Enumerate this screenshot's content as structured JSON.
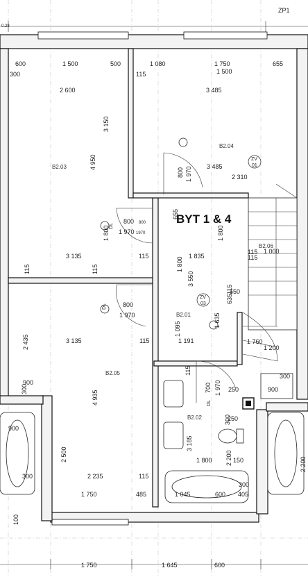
{
  "sheet": {
    "code": "ZP1",
    "corner_tag": "0.28"
  },
  "apartment_title": "BYT 1 & 4",
  "rooms": {
    "b203": "B2.03",
    "b204": "B2.04",
    "b205": "B2.05",
    "b201": "B2.01",
    "b202": "B2.02",
    "b206": "B2.06"
  },
  "tags": {
    "zv01_a": "ZV",
    "zv01_b": "01",
    "zv03_a": "ZV",
    "zv03_b": "03",
    "dl": "DL"
  },
  "dims": {
    "top_600": "600",
    "top_1500": "1 500",
    "top_500": "500",
    "top_1080": "1 080",
    "top_1750": "1 750",
    "top_655": "655",
    "top_1500b": "1 500",
    "r_300": "300",
    "r_2600": "2 600",
    "r_115a": "115",
    "r_3485a": "3 485",
    "r_3150": "3 150",
    "r_4950": "4 950",
    "r_2310": "2 310",
    "r_3485b": "3 485",
    "r_800a": "800",
    "r_1970a": "1 970",
    "r_655": "655",
    "r_800b": "800",
    "r_800s": "800",
    "r_1970b": "1 970",
    "r_1970s": "1970",
    "r_1800a": "1 800",
    "r_1800b": "1 800",
    "r_1000": "1 000",
    "r_3135a": "3 135",
    "r_115b": "115",
    "r_115c": "115",
    "r_115d": "115",
    "r_1835": "1 835",
    "r_115e": "115",
    "r_115f": "115",
    "r_1800c": "1 800",
    "r_3550": "3 550",
    "r_115g": "115",
    "r_550": "550",
    "r_635": "635",
    "r_800c": "800",
    "r_1970c": "1 970",
    "r_1635": "1 635",
    "r_2435": "2 435",
    "r_3135b": "3 135",
    "r_115h": "115",
    "r_1095": "1 095",
    "r_1191": "1 191",
    "r_1760": "1 760",
    "r_1200": "1 200",
    "r_900a": "900",
    "r_300a": "300",
    "r_115i": "115",
    "r_300b": "300",
    "r_700": "700",
    "r_1970d": "1 970",
    "r_250a": "250",
    "r_900b": "900",
    "r_4935": "4 935",
    "r_300c": "300",
    "r_250b": "250",
    "r_900c": "900",
    "r_2500": "2 500",
    "r_3185": "3 185",
    "r_1800d": "1 800",
    "r_2200": "2 200",
    "r_150": "150",
    "r_300d": "300",
    "r_2235": "2 235",
    "r_115j": "115",
    "r_300e": "300",
    "r_1045": "1 045",
    "r_600a": "600",
    "r_405": "405",
    "r_1750a": "1 750",
    "r_485": "485",
    "r_2200b": "2 200",
    "r_100": "100",
    "bot_1750": "1 750",
    "bot_1645": "1 645",
    "bot_600": "600"
  }
}
